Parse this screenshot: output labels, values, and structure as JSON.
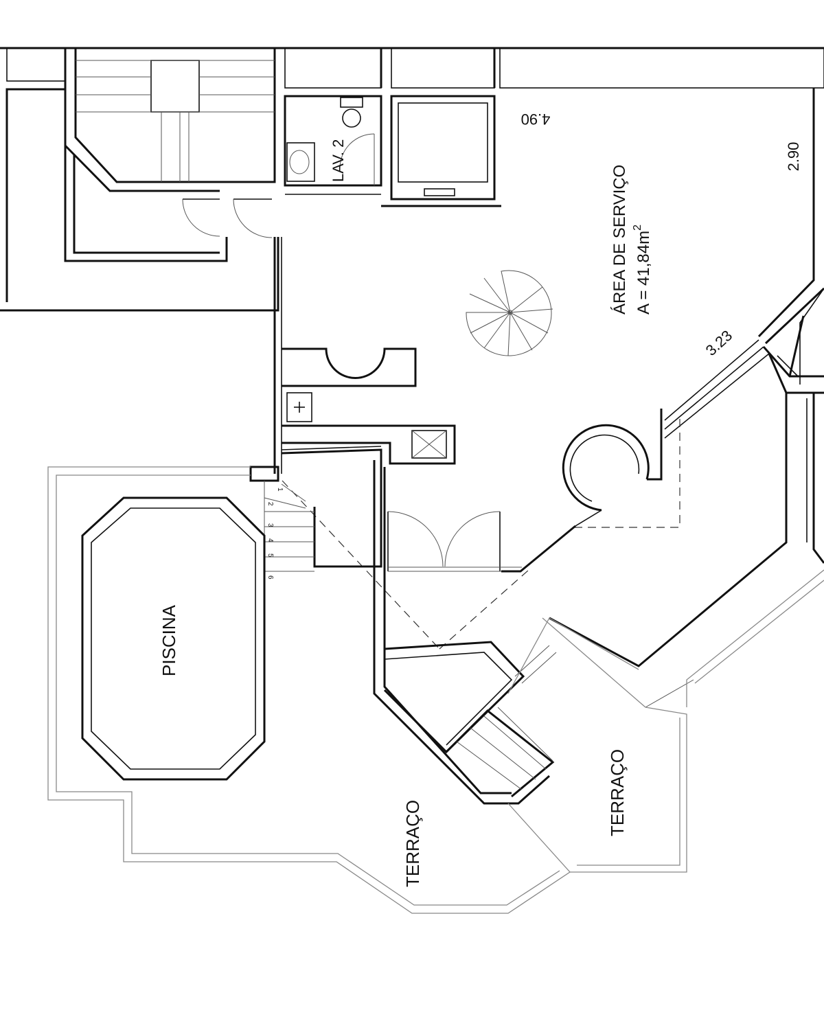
{
  "rooms": {
    "lav2": "LAV. 2",
    "service_area": "ÁREA DE SERVIÇO",
    "service_area_size": "A = 41,84m",
    "service_area_sup": "2",
    "pool": "PISCINA",
    "terrace_left": "TERRAÇO",
    "terrace_right": "TERRAÇO"
  },
  "dimensions": {
    "width_top": "4.90",
    "height_right": "2.90",
    "diagonal": "3.23"
  },
  "stair_steps": [
    "1",
    "2",
    "3",
    "4",
    "5",
    "6"
  ]
}
